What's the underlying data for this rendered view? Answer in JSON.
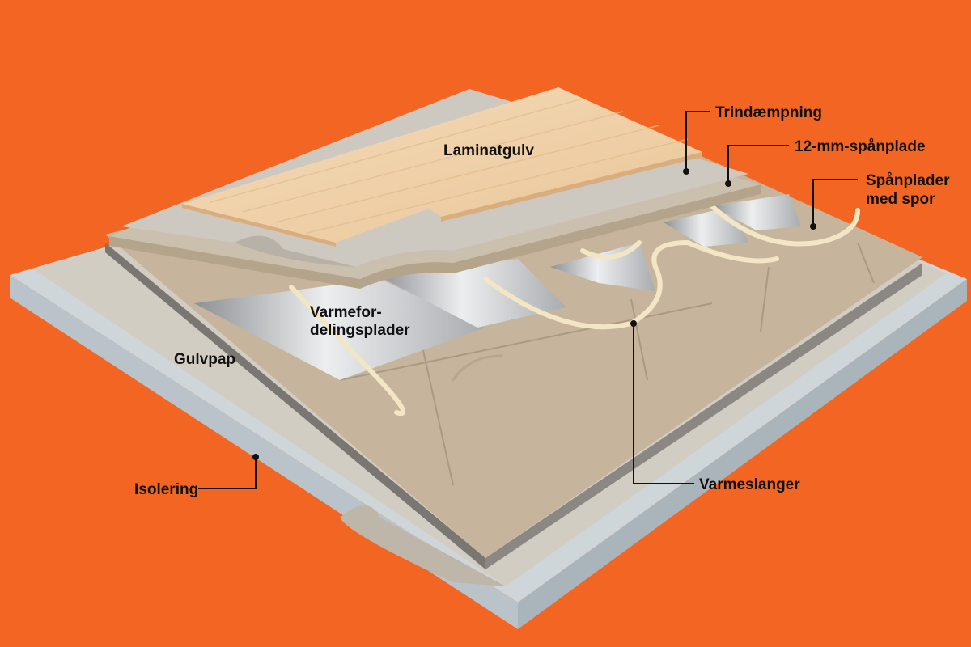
{
  "colors": {
    "background": "#F26522",
    "insulation": "#cfd6da",
    "floor_paper": "#d2cdc3",
    "chipboard": "#c6b59c",
    "aluminium": "#c9cbcd",
    "pipe": "#f3e6c4",
    "laminate": "#f0d3ae"
  },
  "labels": {
    "laminate": "Laminatgulv",
    "impact_sound": "Trindæmpning",
    "chipboard_12mm": "12-mm-spånplade",
    "grooved_chipboard_line1": "Spånplader",
    "grooved_chipboard_line2": "med spor",
    "distribution_plates_line1": "Varmefor-",
    "distribution_plates_line2": "delingsplader",
    "floor_paper": "Gulvpap",
    "insulation": "Isolering",
    "heating_pipes": "Varmeslanger"
  }
}
